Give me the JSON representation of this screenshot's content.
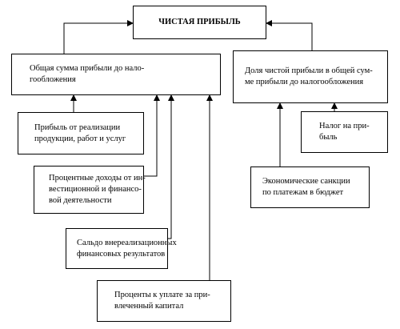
{
  "nodes": {
    "net_profit": {
      "lines": [
        "ЧИСТАЯ ПРИБЫЛЬ"
      ]
    },
    "total_pretax_profit": {
      "lines": [
        "Общая сумма прибыли до нало-",
        "гообложения"
      ]
    },
    "share_net_profit": {
      "lines": [
        "Доля чистой прибыли в общей сум-",
        "ме прибыли до налогообложения"
      ]
    },
    "sales_profit": {
      "lines": [
        "Прибыль от реализации",
        "продукции, работ и услуг"
      ]
    },
    "profit_tax": {
      "lines": [
        "Налог на при-",
        "быль"
      ]
    },
    "interest_income": {
      "lines": [
        "Процентные доходы от ин-",
        "вестиционной и финансо-",
        "вой деятельности"
      ]
    },
    "economic_sanctions": {
      "lines": [
        "Экономические санкции",
        "по платежам в бюджет"
      ]
    },
    "non_operating_balance": {
      "lines": [
        "Сальдо внереализационных",
        "финансовых результатов"
      ]
    },
    "interest_payable": {
      "lines": [
        "Проценты к уплате за при-",
        "влеченный капитал"
      ]
    }
  }
}
